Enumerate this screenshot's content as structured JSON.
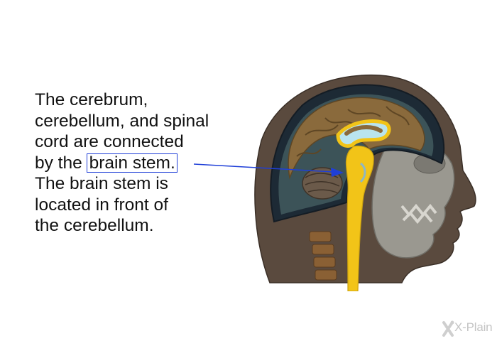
{
  "caption": {
    "line1": "The cerebrum,",
    "line2": "cerebellum, and spinal",
    "line3": "cord are connected",
    "line4_prefix": "by the ",
    "line4_highlight": "brain stem.",
    "line5": "The brain stem is",
    "line6": "located in front of",
    "line7": "the cerebellum."
  },
  "colors": {
    "highlight_box": "#1f3fd8",
    "pointer_arrow": "#1f3fd8",
    "brain_stem": "#f2c418",
    "brain": "#8a6a3c",
    "skin": "#5a4a3e",
    "skull": "#9a9890",
    "cerebrospinal_fluid": "#3c5358",
    "ventricle": "#b9e4ef"
  },
  "logo": {
    "text": "X-Plain"
  }
}
